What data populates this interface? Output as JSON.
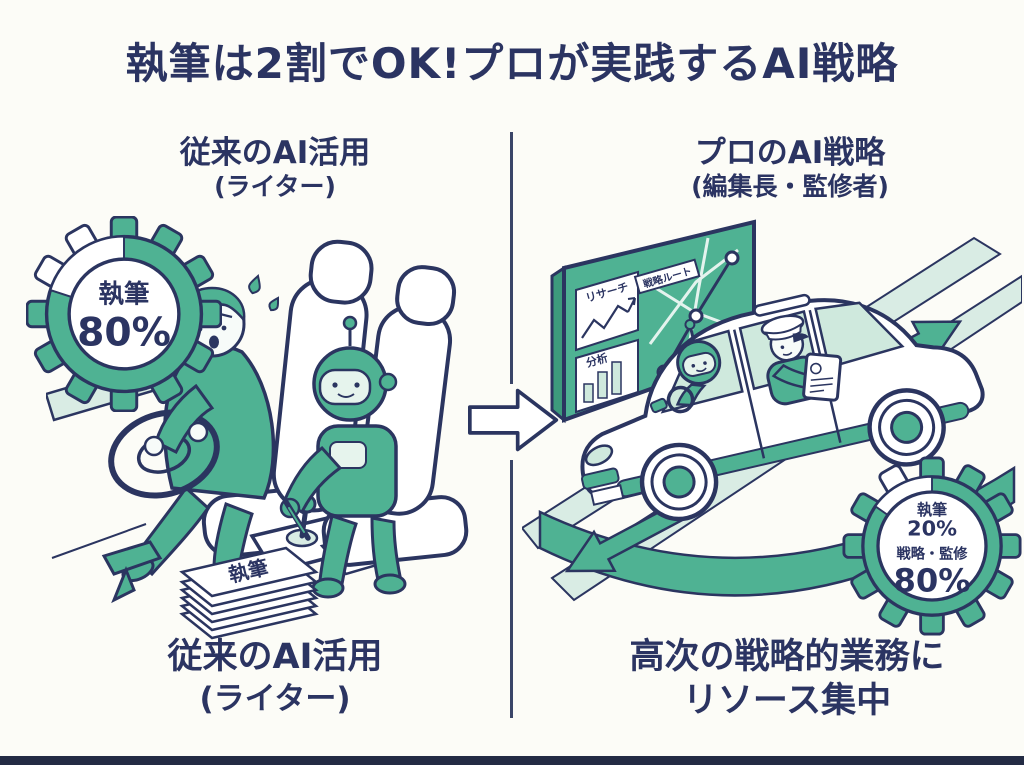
{
  "colors": {
    "green": "#4FB293",
    "green_dark": "#3D9A7C",
    "green_light": "#D9ECE4",
    "green_pale": "#E6F4ED",
    "navy": "#2B3462",
    "background": "#FCFCF7"
  },
  "title": {
    "text": "執筆は2割でOK!プロが実践するAI戦略"
  },
  "left": {
    "heading": "従来のAI活用",
    "subheading": "(ライター)",
    "gear": {
      "label": "執筆",
      "value": "80%"
    },
    "papers_label": "執筆",
    "caption": {
      "line1": "従来のAI活用",
      "line2": "(ライター)"
    }
  },
  "right": {
    "heading": "プロのAI戦略",
    "subheading": "(編集長・監修者)",
    "dashboard": {
      "research": "リサーチ",
      "analysis": "分析",
      "route": "戦略ルート"
    },
    "gear": {
      "label1": "執筆",
      "value1": "20%",
      "label2": "戦略・監修",
      "value2": "80%"
    },
    "caption": {
      "line1": "高次の戦略的業務に",
      "line2": "リソース集中"
    }
  }
}
